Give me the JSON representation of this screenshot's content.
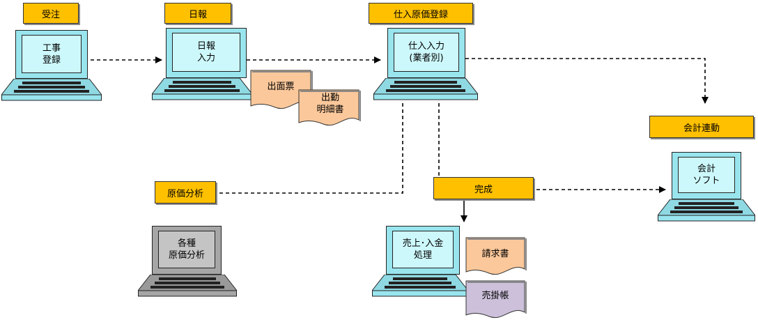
{
  "labels": {
    "order": "受注",
    "daily_report": "日報",
    "purchase_cost": "仕入原価登録",
    "accounting_link": "会計連動",
    "cost_analysis": "原価分析",
    "completion": "完成"
  },
  "laptops": {
    "construction": [
      "工事",
      "登録"
    ],
    "daily": [
      "日報",
      "入力"
    ],
    "purchase": [
      "仕入入力",
      "(業者別)"
    ],
    "accounting": [
      "会計",
      "ソフト"
    ],
    "analysis": [
      "各種",
      "原価分析"
    ],
    "sales": [
      "売上･入金",
      "処理"
    ]
  },
  "documents": {
    "slip": "出面票",
    "attendance": [
      "出勤",
      "明細書"
    ],
    "invoice": "請求書",
    "receivable": "売掛帳"
  },
  "colors": {
    "label": "#ffc000",
    "screen": "#99e5ee",
    "inner": "#cdf8fb",
    "doc_orange": "#fbc89b",
    "doc_purple": "#ccc0da",
    "grey_screen": "#a6a6a6"
  }
}
